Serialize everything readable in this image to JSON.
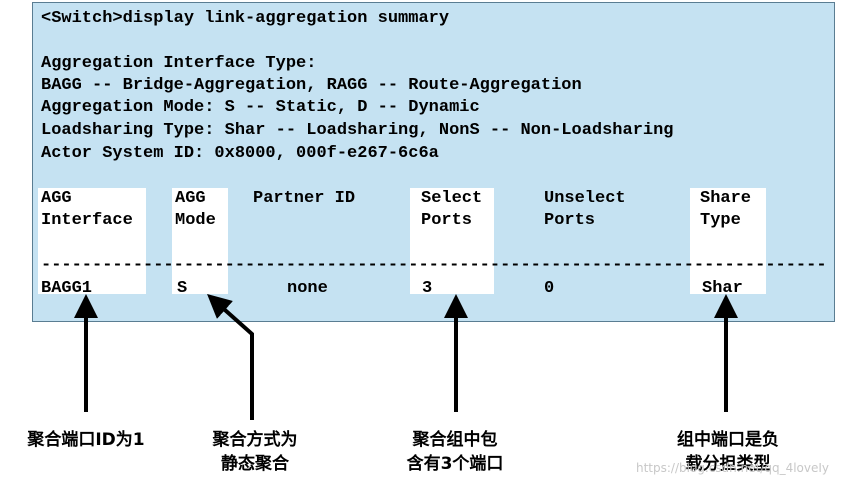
{
  "terminal": {
    "command": "<Switch>display link-aggregation summary",
    "legend": [
      "Aggregation Interface Type:",
      "BAGG -- Bridge-Aggregation, RAGG -- Route-Aggregation",
      "Aggregation Mode: S -- Static, D -- Dynamic",
      "Loadsharing Type: Shar -- Loadsharing, NonS -- Non-Loadsharing",
      "Actor System ID: 0x8000, 000f-e267-6c6a"
    ],
    "columns": [
      {
        "line1": "AGG",
        "line2": "Interface"
      },
      {
        "line1": "AGG",
        "line2": "Mode"
      },
      {
        "line1": "Partner ID",
        "line2": ""
      },
      {
        "line1": "Select",
        "line2": "Ports"
      },
      {
        "line1": "Unselect",
        "line2": "Ports"
      },
      {
        "line1": "Share",
        "line2": "Type"
      }
    ],
    "separator": "------------------------------------------------------------------------------------------------------------",
    "row": [
      "BAGG1",
      "S",
      "none",
      "3",
      "0",
      "Shar"
    ]
  },
  "annotations": [
    {
      "lines": [
        "聚合端口ID为1"
      ]
    },
    {
      "lines": [
        "聚合方式为",
        "静态聚合"
      ]
    },
    {
      "lines": [
        "聚合组中包",
        "含有3个端口"
      ]
    },
    {
      "lines": [
        "组中端口是负",
        "载分担类型"
      ]
    }
  ],
  "watermark": "https://blog.csdn.net/qq_4loveIy"
}
